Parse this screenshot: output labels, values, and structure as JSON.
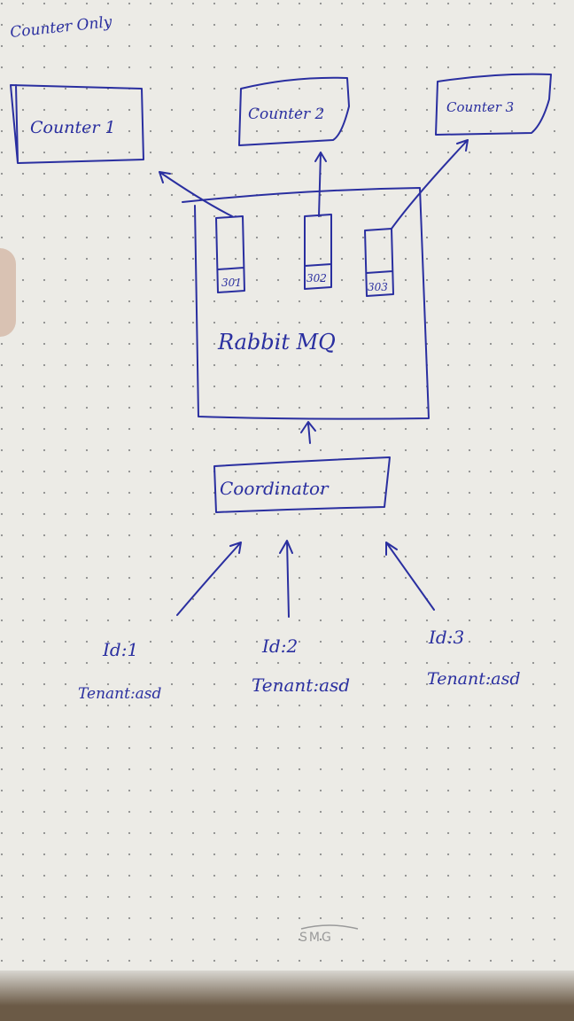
{
  "page": {
    "header_note": "Counter Only",
    "brand_logo": "SMG"
  },
  "diagram": {
    "counters": [
      {
        "label": "Counter 1"
      },
      {
        "label": "Counter 2"
      },
      {
        "label": "Counter 3"
      }
    ],
    "broker": {
      "label": "Rabbit MQ",
      "queues": [
        "301",
        "302",
        "303"
      ]
    },
    "coordinator": {
      "label": "Coordinator"
    },
    "requests": [
      {
        "id": "Id:1",
        "tenant": "Tenant:asd"
      },
      {
        "id": "Id:2",
        "tenant": "Tenant:asd"
      },
      {
        "id": "Id:3",
        "tenant": "Tenant:asd"
      }
    ]
  },
  "colors": {
    "ink": "#2a2fa0",
    "paper": "#ecebe6",
    "dots": "#8c8c8c"
  }
}
